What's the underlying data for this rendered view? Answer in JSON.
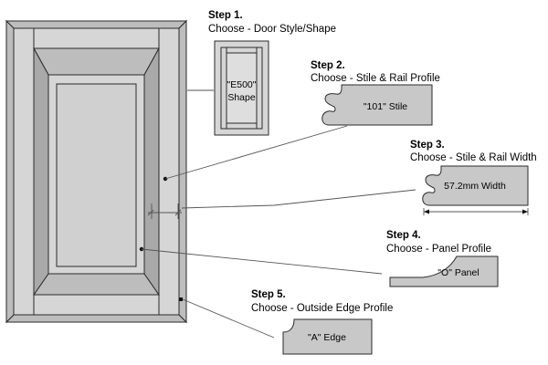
{
  "steps": [
    {
      "title": "Step 1.",
      "subtitle": "Choose - Door Style/Shape",
      "label_line1": "\"E500\"",
      "label_line2": "Shape"
    },
    {
      "title": "Step 2.",
      "subtitle": "Choose - Stile & Rail Profile",
      "label": "\"101\" Stile"
    },
    {
      "title": "Step 3.",
      "subtitle": "Choose - Stile & Rail Width",
      "label": "57.2mm Width"
    },
    {
      "title": "Step 4.",
      "subtitle": "Choose - Panel Profile",
      "label": "\"O\" Panel"
    },
    {
      "title": "Step 5.",
      "subtitle": "Choose - Outside Edge Profile",
      "label": "\"A\" Edge"
    }
  ],
  "colors": {
    "door_fill": "#d6d6d6",
    "panel_fill": "#bdbdbd",
    "outline": "#2a2a2a"
  }
}
